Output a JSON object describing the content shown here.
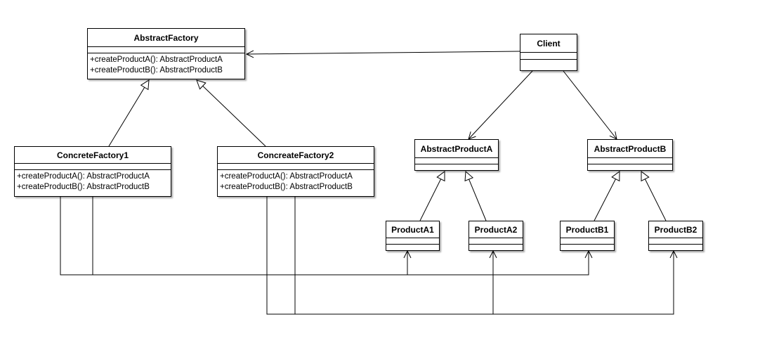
{
  "diagram": {
    "classes": {
      "abstract_factory": {
        "name": "AbstractFactory",
        "operations": [
          "+createProductA(): AbstractProductA",
          "+createProductB(): AbstractProductB"
        ]
      },
      "concrete_factory_1": {
        "name": "ConcreteFactory1",
        "operations": [
          "+createProductA(): AbstractProductA",
          "+createProductB(): AbstractProductB"
        ]
      },
      "concrete_factory_2": {
        "name": "ConcreateFactory2",
        "operations": [
          "+createProductA(): AbstractProductA",
          "+createProductB(): AbstractProductB"
        ]
      },
      "client": {
        "name": "Client",
        "operations": []
      },
      "abstract_product_a": {
        "name": "AbstractProductA",
        "operations": []
      },
      "abstract_product_b": {
        "name": "AbstractProductB",
        "operations": []
      },
      "product_a1": {
        "name": "ProductA1",
        "operations": []
      },
      "product_a2": {
        "name": "ProductA2",
        "operations": []
      },
      "product_b1": {
        "name": "ProductB1",
        "operations": []
      },
      "product_b2": {
        "name": "ProductB2",
        "operations": []
      }
    },
    "relations": [
      {
        "type": "association",
        "from": "client",
        "to": "abstract_factory"
      },
      {
        "type": "association",
        "from": "client",
        "to": "abstract_product_a"
      },
      {
        "type": "association",
        "from": "client",
        "to": "abstract_product_b"
      },
      {
        "type": "generalization",
        "from": "concrete_factory_1",
        "to": "abstract_factory"
      },
      {
        "type": "generalization",
        "from": "concrete_factory_2",
        "to": "abstract_factory"
      },
      {
        "type": "generalization",
        "from": "product_a1",
        "to": "abstract_product_a"
      },
      {
        "type": "generalization",
        "from": "product_a2",
        "to": "abstract_product_a"
      },
      {
        "type": "generalization",
        "from": "product_b1",
        "to": "abstract_product_b"
      },
      {
        "type": "generalization",
        "from": "product_b2",
        "to": "abstract_product_b"
      },
      {
        "type": "dependency",
        "from": "concrete_factory_1",
        "to": "product_a1"
      },
      {
        "type": "dependency",
        "from": "concrete_factory_1",
        "to": "product_b1"
      },
      {
        "type": "dependency",
        "from": "concrete_factory_2",
        "to": "product_a2"
      },
      {
        "type": "dependency",
        "from": "concrete_factory_2",
        "to": "product_b2"
      }
    ]
  }
}
